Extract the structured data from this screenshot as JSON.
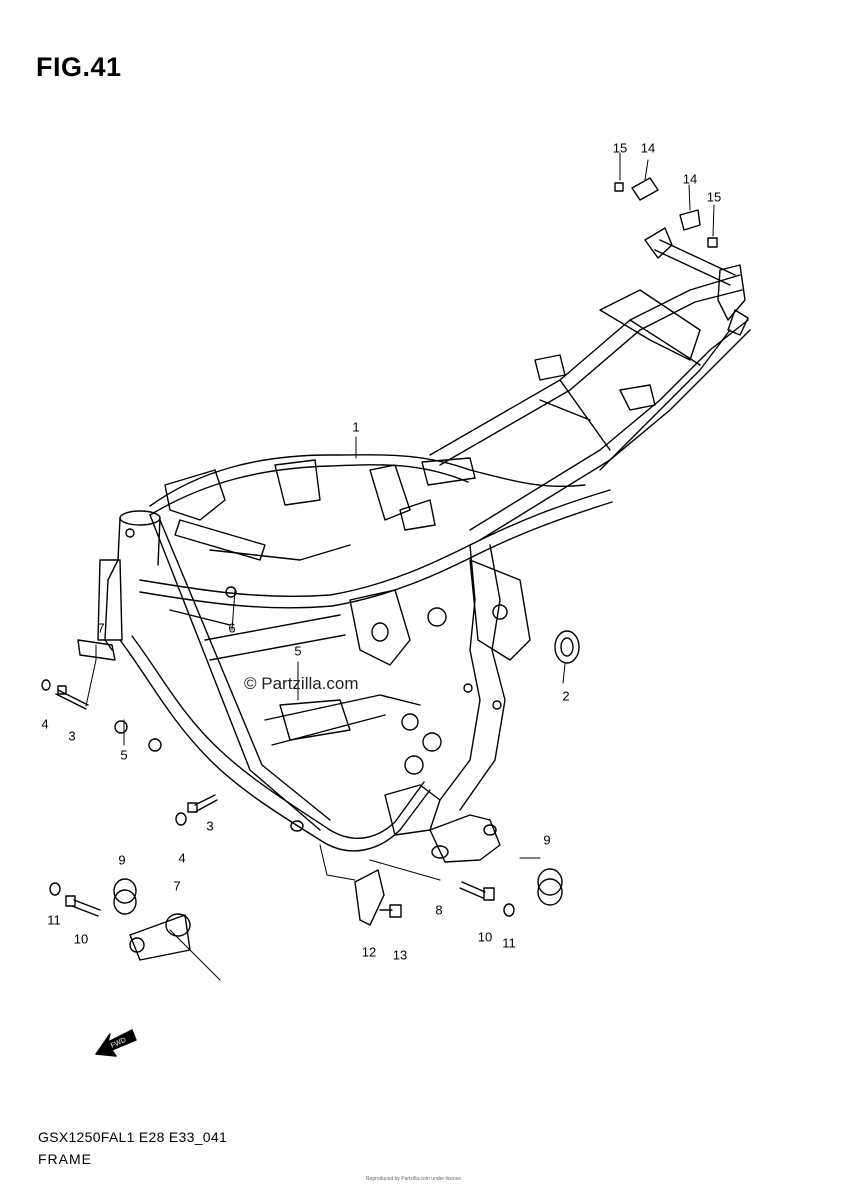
{
  "title": "FIG.41",
  "watermark": "© Partzilla.com",
  "fwd_label": "FWD",
  "footer": {
    "code": "GSX1250FAL1 E28 E33_041",
    "name": "FRAME"
  },
  "copyright_note": "Reproduced by Partzilla.com under license",
  "callouts": [
    {
      "id": "c1",
      "text": "1"
    },
    {
      "id": "c2",
      "text": "2"
    },
    {
      "id": "c3a",
      "text": "3"
    },
    {
      "id": "c3b",
      "text": "3"
    },
    {
      "id": "c4a",
      "text": "4"
    },
    {
      "id": "c4b",
      "text": "4"
    },
    {
      "id": "c5a",
      "text": "5"
    },
    {
      "id": "c5b",
      "text": "5"
    },
    {
      "id": "c6",
      "text": "6"
    },
    {
      "id": "c7a",
      "text": "7"
    },
    {
      "id": "c7b",
      "text": "7"
    },
    {
      "id": "c8",
      "text": "8"
    },
    {
      "id": "c9a",
      "text": "9"
    },
    {
      "id": "c9b",
      "text": "9"
    },
    {
      "id": "c10a",
      "text": "10"
    },
    {
      "id": "c10b",
      "text": "10"
    },
    {
      "id": "c11a",
      "text": "11"
    },
    {
      "id": "c11b",
      "text": "11"
    },
    {
      "id": "c12",
      "text": "12"
    },
    {
      "id": "c13",
      "text": "13"
    },
    {
      "id": "c14a",
      "text": "14"
    },
    {
      "id": "c14b",
      "text": "14"
    },
    {
      "id": "c15a",
      "text": "15"
    },
    {
      "id": "c15b",
      "text": "15"
    }
  ]
}
